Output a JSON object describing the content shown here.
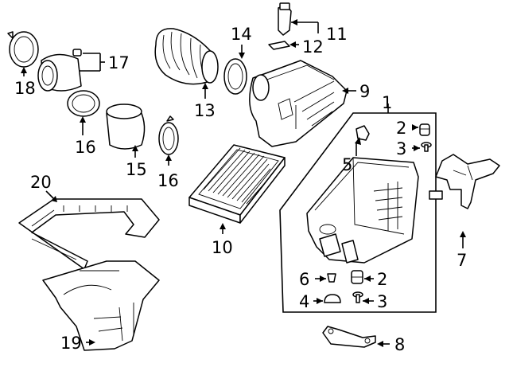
{
  "callouts": [
    {
      "id": "c1",
      "text": "1"
    },
    {
      "id": "c2a",
      "text": "2"
    },
    {
      "id": "c2b",
      "text": "2"
    },
    {
      "id": "c3a",
      "text": "3"
    },
    {
      "id": "c3b",
      "text": "3"
    },
    {
      "id": "c4",
      "text": "4"
    },
    {
      "id": "c5",
      "text": "5"
    },
    {
      "id": "c6",
      "text": "6"
    },
    {
      "id": "c7",
      "text": "7"
    },
    {
      "id": "c8",
      "text": "8"
    },
    {
      "id": "c9",
      "text": "9"
    },
    {
      "id": "c10",
      "text": "10"
    },
    {
      "id": "c11",
      "text": "11"
    },
    {
      "id": "c12",
      "text": "12"
    },
    {
      "id": "c13",
      "text": "13"
    },
    {
      "id": "c14",
      "text": "14"
    },
    {
      "id": "c15",
      "text": "15"
    },
    {
      "id": "c16a",
      "text": "16"
    },
    {
      "id": "c16b",
      "text": "16"
    },
    {
      "id": "c17",
      "text": "17"
    },
    {
      "id": "c18",
      "text": "18"
    },
    {
      "id": "c19",
      "text": "19"
    },
    {
      "id": "c20",
      "text": "20"
    }
  ]
}
